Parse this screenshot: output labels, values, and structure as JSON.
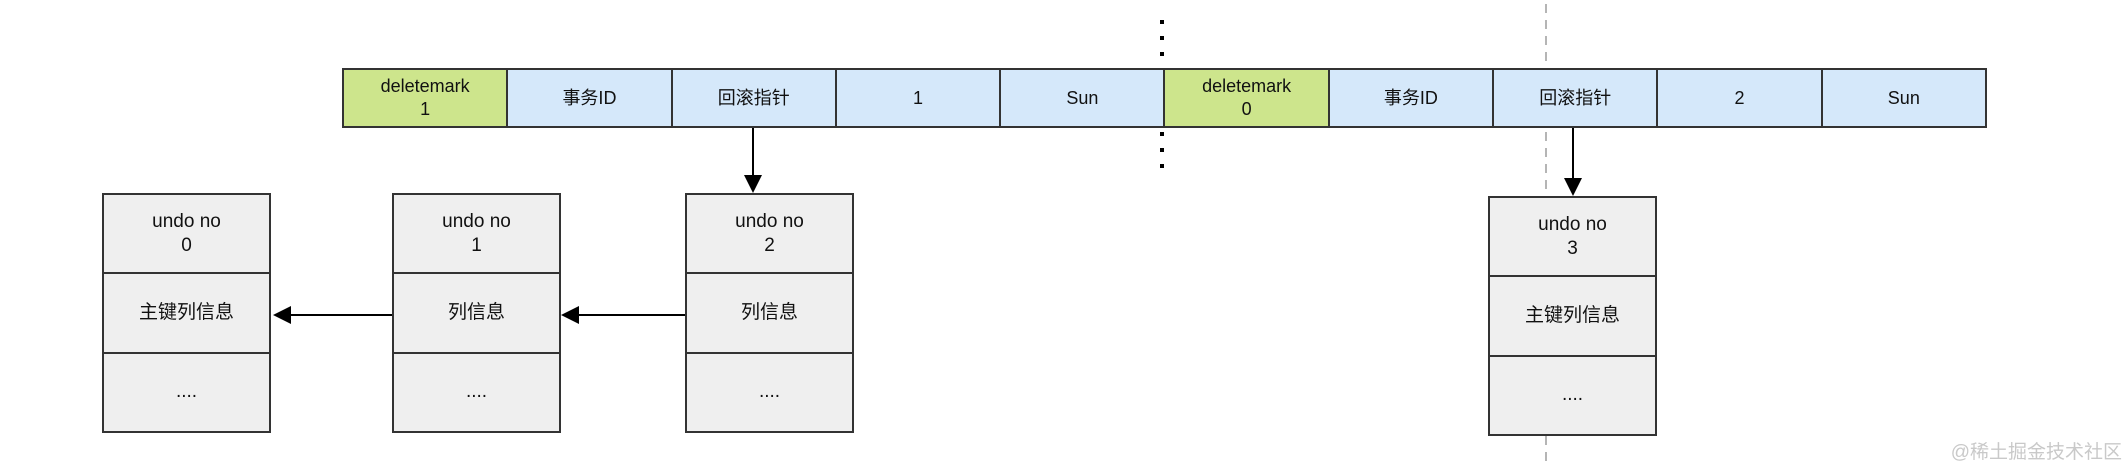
{
  "record_row": {
    "cells": [
      {
        "text": "deletemark\n1"
      },
      {
        "text": "事务ID"
      },
      {
        "text": "回滚指针"
      },
      {
        "text": "1"
      },
      {
        "text": "Sun"
      },
      {
        "text": "deletemark\n0"
      },
      {
        "text": "事务ID"
      },
      {
        "text": "回滚指针"
      },
      {
        "text": "2"
      },
      {
        "text": "Sun"
      }
    ]
  },
  "undo_boxes": [
    {
      "rows": [
        "undo no\n0",
        "主键列信息",
        "...."
      ]
    },
    {
      "rows": [
        "undo no\n1",
        "列信息",
        "...."
      ]
    },
    {
      "rows": [
        "undo no\n2",
        "列信息",
        "...."
      ]
    },
    {
      "rows": [
        "undo no\n3",
        "主键列信息",
        "...."
      ]
    }
  ],
  "colors": {
    "deletemark_cell_fill": "#cde58c",
    "field_cell_fill": "#d5e8fa",
    "undo_box_fill": "#efefef",
    "border": "#333333",
    "arrow": "#000000",
    "dotted_separator": "#000000",
    "dashed_boundary": "#b5b5b5",
    "watermark_text": "#c9c9c9"
  },
  "watermark": {
    "text": "@稀土掘金技术社区"
  }
}
